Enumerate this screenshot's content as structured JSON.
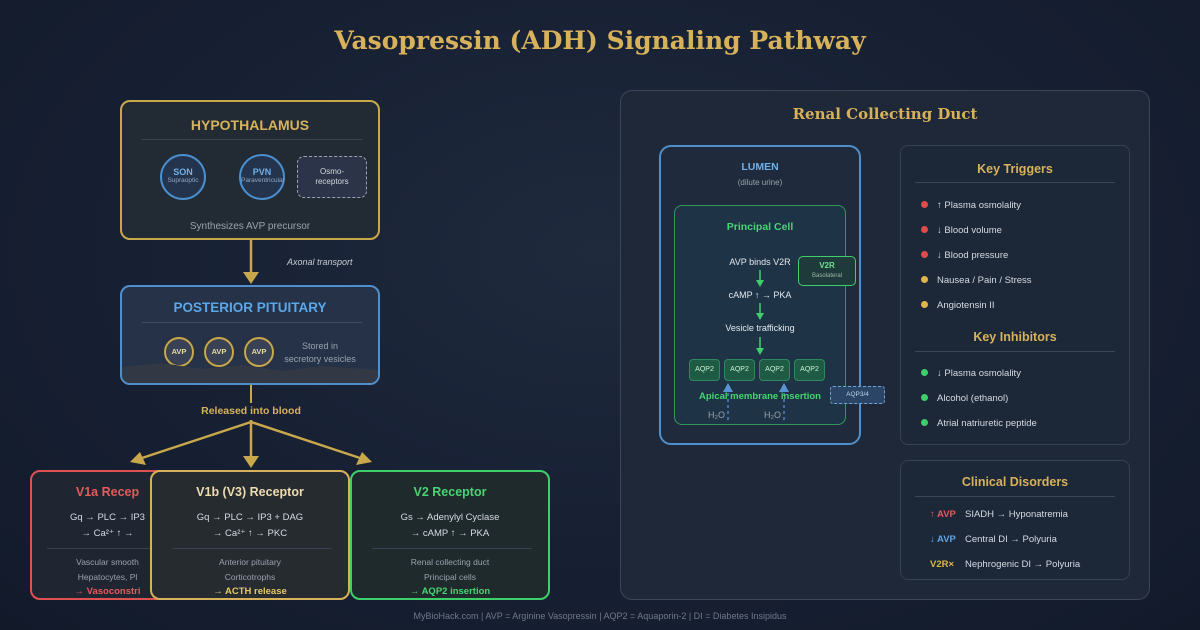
{
  "title": "Vasopressin (ADH) Signaling Pathway",
  "hypothalamus": {
    "label": "HYPOTHALAMUS",
    "son": {
      "abbr": "SON",
      "name": "Supraoptic"
    },
    "pvn": {
      "abbr": "PVN",
      "name": "Paraventricular"
    },
    "osmo_line1": "Osmo-",
    "osmo_line2": "receptors",
    "note": "Synthesizes AVP precursor"
  },
  "axonal_transport": "Axonal transport",
  "posterior_pituitary": {
    "label": "POSTERIOR PITUITARY",
    "vesicles": [
      "AVP",
      "AVP",
      "AVP"
    ],
    "note_line1": "Stored in",
    "note_line2": "secretory vesicles"
  },
  "released": "Released into blood",
  "receptors": {
    "v1a": {
      "title": "V1a Recep",
      "line1": "Gq → PLC → IP3",
      "line2": "→ Ca²⁺ ↑ →",
      "tissue1": "Vascular smooth",
      "tissue2": "Hepatocytes, Pl",
      "effect": "→ Vasoconstri"
    },
    "v1b": {
      "title": "V1b (V3) Receptor",
      "line1": "Gq → PLC → IP3 + DAG",
      "line2": "→ Ca²⁺ ↑ → PKC",
      "tissue1": "Anterior pituitary",
      "tissue2": "Corticotrophs",
      "effect": "→ ACTH release"
    },
    "v2": {
      "title": "V2 Receptor",
      "line1": "Gs → Adenylyl Cyclase",
      "line2": "→ cAMP ↑ → PKA",
      "tissue1": "Renal collecting duct",
      "tissue2": "Principal cells",
      "effect": "→ AQP2 insertion"
    }
  },
  "renal": {
    "title": "Renal Collecting Duct",
    "lumen": "LUMEN",
    "lumen_sub": "(dilute urine)",
    "principal_cell": "Principal Cell",
    "step1": "AVP binds V2R",
    "step2": "cAMP ↑ → PKA",
    "step3": "Vesicle trafficking",
    "v2r": "V2R",
    "v2r_sub": "Basolateral",
    "aqp2": [
      "AQP2",
      "AQP2",
      "AQP2",
      "AQP2"
    ],
    "insertion": "Apical membrane insertion",
    "aqp34": "AQP3/4",
    "water": "H₂O"
  },
  "triggers": {
    "title": "Key Triggers",
    "items": [
      "↑ Plasma osmolality",
      "↓ Blood volume",
      "↓ Blood pressure",
      "Nausea / Pain / Stress",
      "Angiotensin II"
    ],
    "colors": [
      "#e04b4b",
      "#e04b4b",
      "#e04b4b",
      "#e0b64a",
      "#e0b64a"
    ]
  },
  "inhibitors": {
    "title": "Key Inhibitors",
    "items": [
      "↓ Plasma osmolality",
      "Alcohol (ethanol)",
      "Atrial natriuretic peptide"
    ],
    "color": "#3ecf6a"
  },
  "clinical": {
    "title": "Clinical Disorders",
    "rows": [
      {
        "tag": "↑ AVP",
        "text": "SIADH → Hyponatremia",
        "color": "#e35b5b"
      },
      {
        "tag": "↓ AVP",
        "text": "Central DI → Polyuria",
        "color": "#5da4e6"
      },
      {
        "tag": "V2R×",
        "text": "Nephrogenic DI → Polyuria",
        "color": "#e0b64a"
      }
    ]
  },
  "footer": "MyBioHack.com | AVP = Arginine Vasopressin | AQP2 = Aquaporin-2 | DI = Diabetes Insipidus"
}
